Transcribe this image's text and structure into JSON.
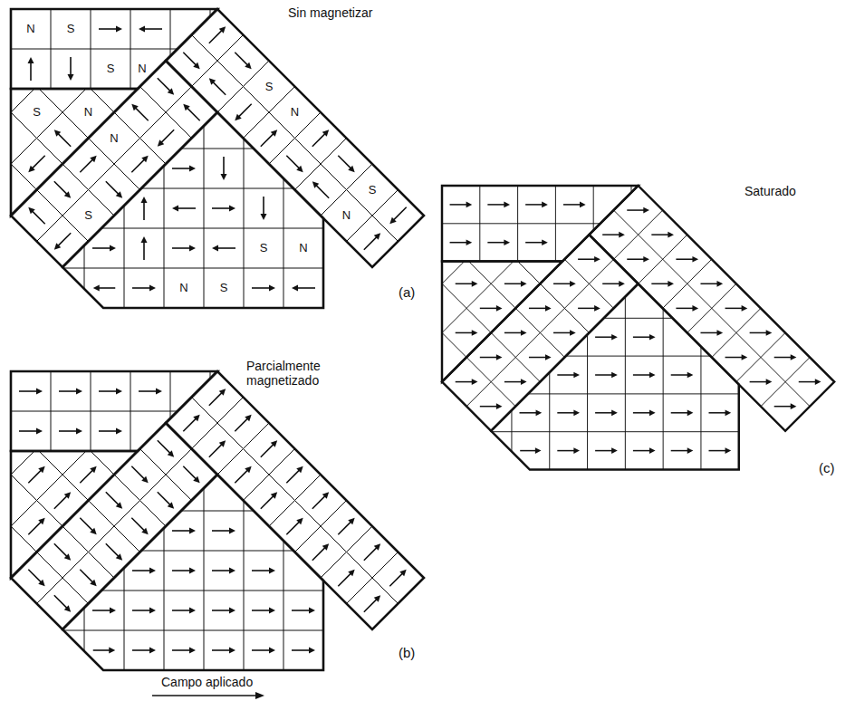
{
  "diagram": {
    "labels": [
      "Sin magnetizar",
      "N",
      "S",
      "S",
      "N",
      "S",
      "N",
      "N",
      "S",
      "S",
      "N",
      "N",
      "S",
      "S",
      "N",
      "N",
      "S",
      "(a)",
      "Parcialmente magnetizado",
      "(b)",
      "Campo aplicado",
      "Saturado",
      "(c)"
    ]
  }
}
